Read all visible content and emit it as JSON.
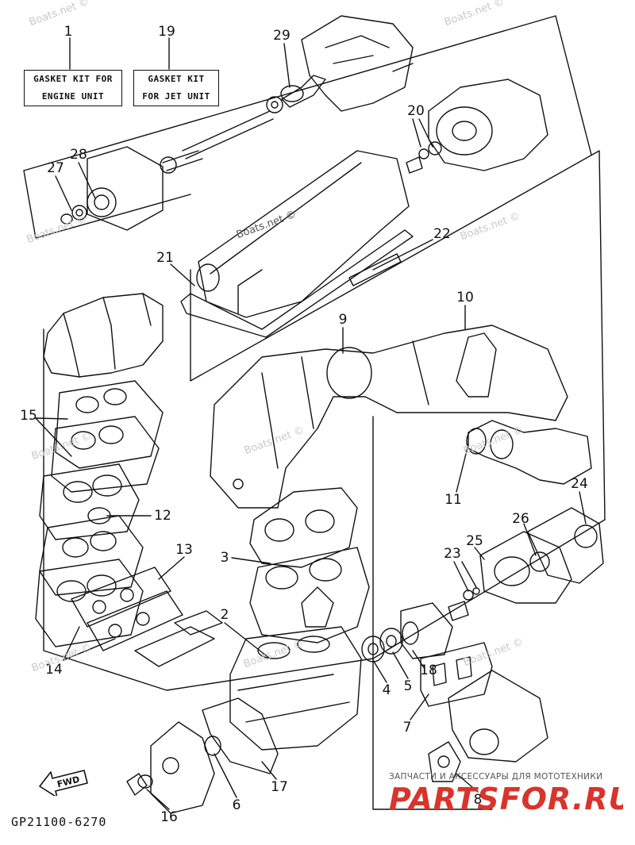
{
  "kits": {
    "engine": {
      "number": "1",
      "line1": "GASKET KIT FOR",
      "line2": "ENGINE UNIT"
    },
    "jet": {
      "number": "19",
      "line1": "GASKET KIT",
      "line2": "FOR JET UNIT"
    }
  },
  "callouts": [
    {
      "id": "29",
      "text": "29"
    },
    {
      "id": "20",
      "text": "20"
    },
    {
      "id": "28",
      "text": "28"
    },
    {
      "id": "27",
      "text": "27"
    },
    {
      "id": "22",
      "text": "22"
    },
    {
      "id": "21",
      "text": "21"
    },
    {
      "id": "10",
      "text": "10"
    },
    {
      "id": "9",
      "text": "9"
    },
    {
      "id": "15",
      "text": "15"
    },
    {
      "id": "11",
      "text": "11"
    },
    {
      "id": "24",
      "text": "24"
    },
    {
      "id": "12",
      "text": "12"
    },
    {
      "id": "26",
      "text": "26"
    },
    {
      "id": "25",
      "text": "25"
    },
    {
      "id": "3",
      "text": "3"
    },
    {
      "id": "13",
      "text": "13"
    },
    {
      "id": "23",
      "text": "23"
    },
    {
      "id": "2",
      "text": "2"
    },
    {
      "id": "14",
      "text": "14"
    },
    {
      "id": "18",
      "text": "18"
    },
    {
      "id": "4",
      "text": "4"
    },
    {
      "id": "5",
      "text": "5"
    },
    {
      "id": "7",
      "text": "7"
    },
    {
      "id": "17",
      "text": "17"
    },
    {
      "id": "6",
      "text": "6"
    },
    {
      "id": "16",
      "text": "16"
    },
    {
      "id": "8",
      "text": "8"
    }
  ],
  "watermarks": [
    "Boats.net ©"
  ],
  "fwd_label": "FWD",
  "diagram_code": "GP21100-6270",
  "logo": {
    "tagline": "ЗАПЧАСТИ И АКСЕССУАРЫ ДЛЯ МОТОТЕХНИКИ",
    "word": "PARTSFOR.RU",
    "color": "#d9342b"
  }
}
